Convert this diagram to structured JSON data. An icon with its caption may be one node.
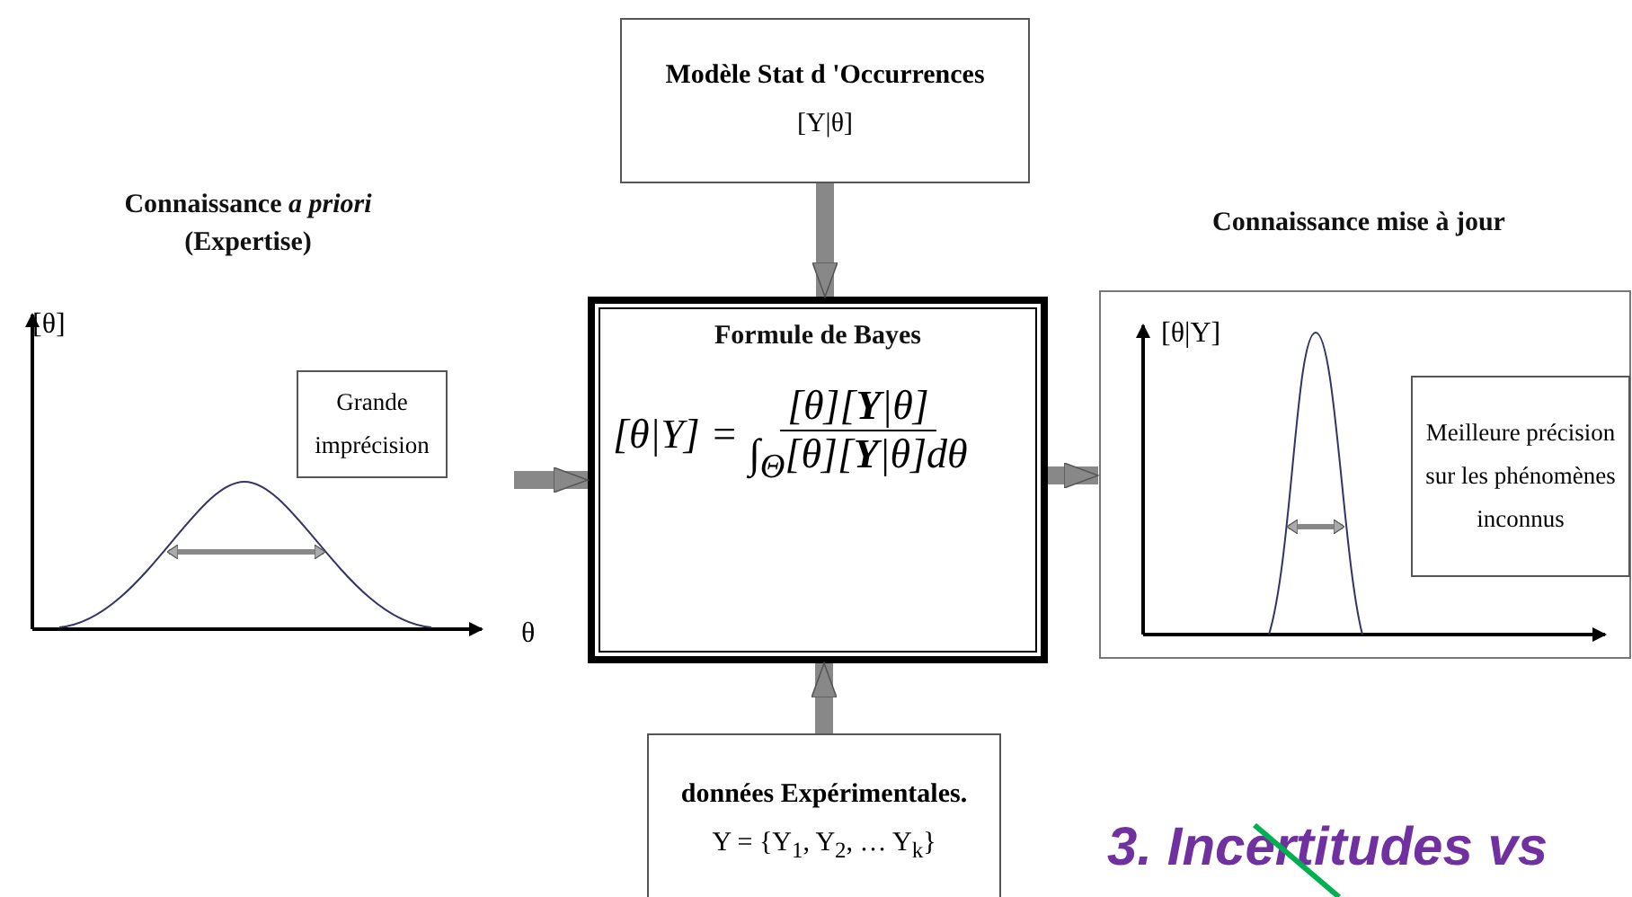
{
  "diagram": {
    "nodes": [
      {
        "text": [
          "Modèle Stat d 'Occurrences",
          "[Y|θ]"
        ]
      },
      {
        "text": [
          "Connaissance *a priori* (Expertise)"
        ]
      },
      {
        "text": [
          "Grande imprécision"
        ],
        "in": 1
      },
      {
        "text": [
          "Formule de Bayes",
          "[θ|Y] =",
          "[θ][**Y**|θ]",
          "∫$_{Θ}$[θ][**Y**|θ]dθ"
        ]
      },
      {
        "text": [
          "Connaissance mise à jour"
        ]
      },
      {
        "text": [
          "Meilleure précision sur les phénomènes inconnus"
        ],
        "in": 4
      },
      {
        "text": [
          "données Expérimentales.",
          "Y = {Y$_{1}$, Y$_{2}$, … Y$_{k}$}"
        ]
      }
    ],
    "edges": [
      {
        "from": 0,
        "to": 3,
        "arrow": "to"
      },
      {
        "from": 1,
        "to": 3,
        "arrow": "to"
      },
      {
        "from": 6,
        "to": 3,
        "arrow": "to"
      },
      {
        "from": 3,
        "to": 4,
        "arrow": "to"
      }
    ],
    "labels": [
      "[θ]",
      "θ",
      "[θ|Y]",
      "3. Incertitudes vs"
    ]
  }
}
